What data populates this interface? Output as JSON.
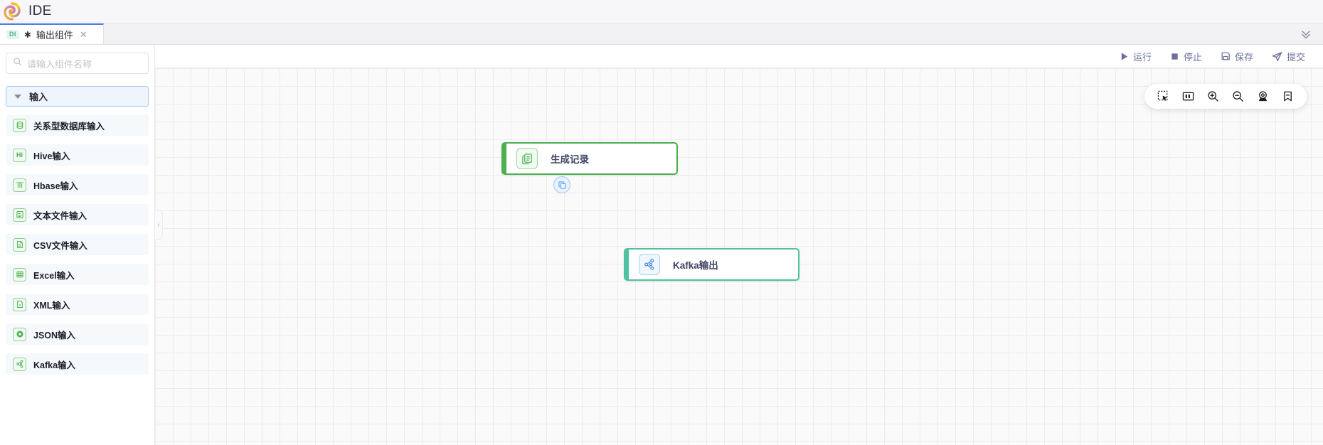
{
  "header": {
    "title": "IDE",
    "logo_icon": "swirl-logo-icon"
  },
  "tab_bar": {
    "tabs": [
      {
        "badge": "DI",
        "modified_marker": "✱",
        "label": "输出组件",
        "close_icon": "close-icon"
      }
    ],
    "overflow_icon": "chevron-double-down-icon"
  },
  "sidebar": {
    "search": {
      "placeholder": "请输入组件名称",
      "value": "",
      "icon": "search-icon"
    },
    "groups": [
      {
        "label": "输入",
        "expanded": true,
        "caret_icon": "caret-down-icon"
      }
    ],
    "components": [
      {
        "label": "关系型数据库输入",
        "icon": "database-icon"
      },
      {
        "label": "Hive输入",
        "icon": "hive-icon"
      },
      {
        "label": "Hbase输入",
        "icon": "hbase-icon"
      },
      {
        "label": "文本文件输入",
        "icon": "text-file-icon"
      },
      {
        "label": "CSV文件输入",
        "icon": "csv-file-icon"
      },
      {
        "label": "Excel输入",
        "icon": "excel-icon"
      },
      {
        "label": "XML输入",
        "icon": "xml-file-icon"
      },
      {
        "label": "JSON输入",
        "icon": "json-icon"
      },
      {
        "label": "Kafka输入",
        "icon": "kafka-icon"
      }
    ],
    "collapse_handle_icon": "chevron-left-icon"
  },
  "toolbar": {
    "actions": [
      {
        "label": "运行",
        "icon": "play-icon"
      },
      {
        "label": "停止",
        "icon": "stop-icon"
      },
      {
        "label": "保存",
        "icon": "save-icon"
      },
      {
        "label": "提交",
        "icon": "send-icon"
      }
    ]
  },
  "canvas": {
    "zoom_toolbar": [
      {
        "icon": "marquee-select-icon"
      },
      {
        "icon": "fit-to-screen-icon"
      },
      {
        "icon": "zoom-in-icon"
      },
      {
        "icon": "zoom-out-icon"
      },
      {
        "icon": "locate-node-icon"
      },
      {
        "icon": "bookmark-icon"
      }
    ],
    "nodes": [
      {
        "label": "生成记录",
        "icon": "records-icon",
        "accent": "#4caf50",
        "selected": false
      },
      {
        "label": "Kafka输出",
        "icon": "kafka-icon",
        "accent": "#4ec2a0",
        "selected": true
      }
    ],
    "edges": [
      {
        "from": "生成记录",
        "to": "Kafka输出",
        "badge_icon": "copy-icon"
      }
    ]
  },
  "colors": {
    "accent_blue": "#4e7ee0",
    "node_green": "#4caf50",
    "node_teal": "#4ec2a0",
    "toolbar_text": "#6b6f9b"
  }
}
